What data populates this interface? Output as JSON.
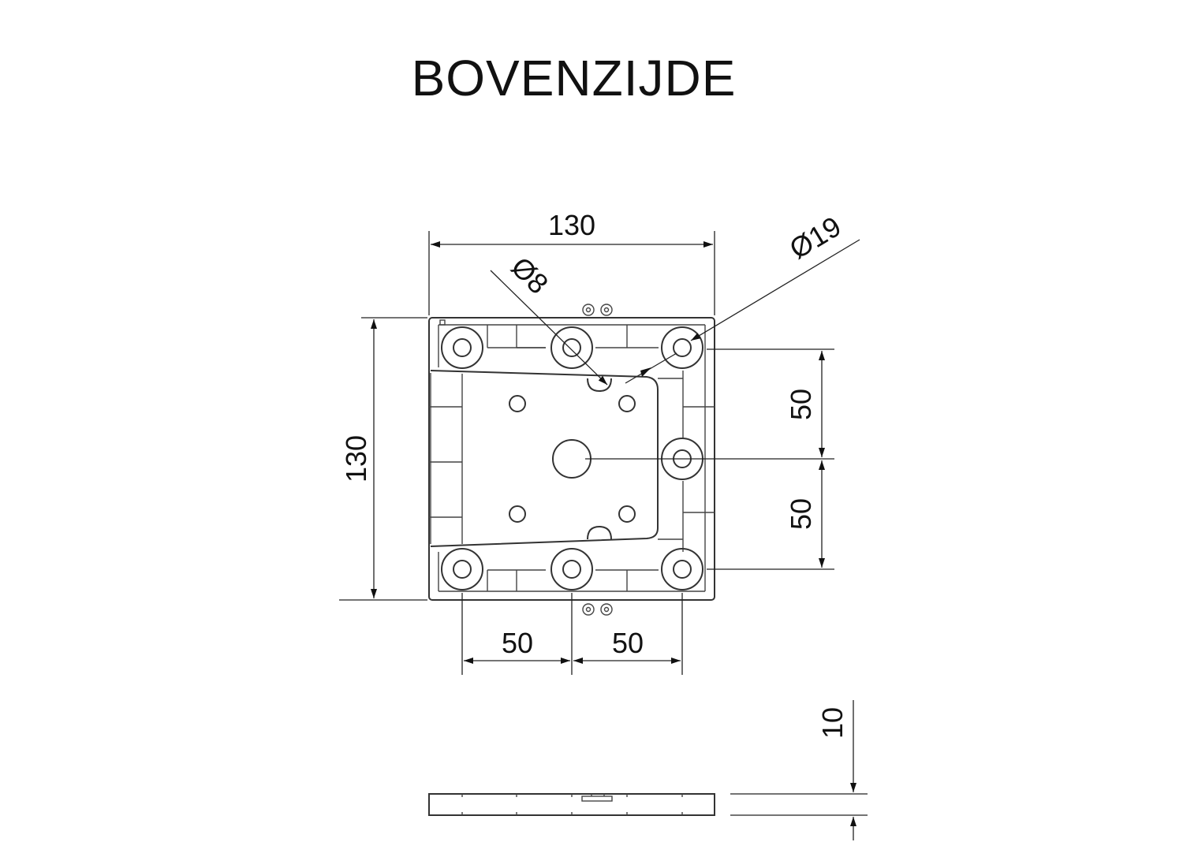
{
  "title": "BOVENZIJDE",
  "dimensions": {
    "top_width": "130",
    "left_height": "130",
    "small_hole_diameter": "Ø8",
    "large_hole_diameter": "Ø19",
    "right_upper_spacing": "50",
    "right_lower_spacing": "50",
    "bottom_left_spacing": "50",
    "bottom_right_spacing": "50",
    "side_thickness": "10"
  }
}
